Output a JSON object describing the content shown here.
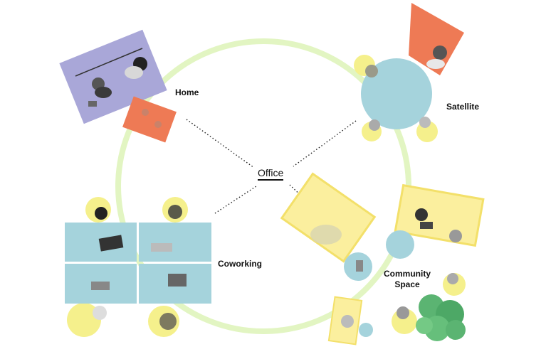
{
  "diagram": {
    "center_label": "Office",
    "nodes": [
      {
        "id": "home",
        "label": "Home"
      },
      {
        "id": "satellite",
        "label": "Satellite"
      },
      {
        "id": "coworking",
        "label": "Coworking"
      },
      {
        "id": "community",
        "label": "Community\nSpace"
      }
    ]
  },
  "colors": {
    "ring": "#e2f5c2",
    "blue_table": "#a9a7d8",
    "orange": "#ee7a55",
    "teal": "#a5d3dc",
    "yellow": "#f5f08c",
    "pale_yellow": "#fbef9e",
    "green": "#3fa85a"
  }
}
